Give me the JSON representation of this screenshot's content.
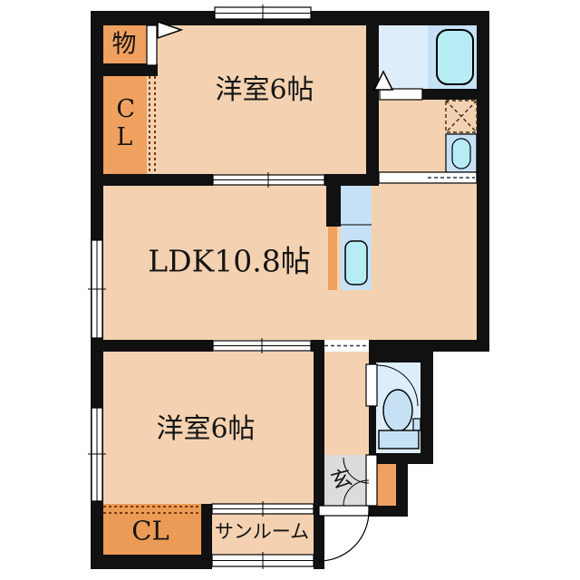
{
  "plan_title": "apartment-floor-plan",
  "labels": {
    "storage": "物",
    "closet_top": "CL",
    "bedroom_top": "洋室6帖",
    "ldk": "LDK10.8帖",
    "bedroom_bottom": "洋室6帖",
    "closet_bottom": "CL",
    "sunroom": "サンルーム",
    "entrance": "玄"
  },
  "colors": {
    "wall": "#111111",
    "floor_peach": "#f4d2b1",
    "closet_orange": "#f0a160",
    "closet_orange_dark": "#eb9b55",
    "wet_area_floor": "#ddeefa",
    "fixture_blue": "#c6e1f6",
    "fixture_cyan": "#b6edf5",
    "entrance_gray": "#dcdcdc",
    "closet_door_dash": "#7a3a10",
    "outline": "#000000"
  }
}
